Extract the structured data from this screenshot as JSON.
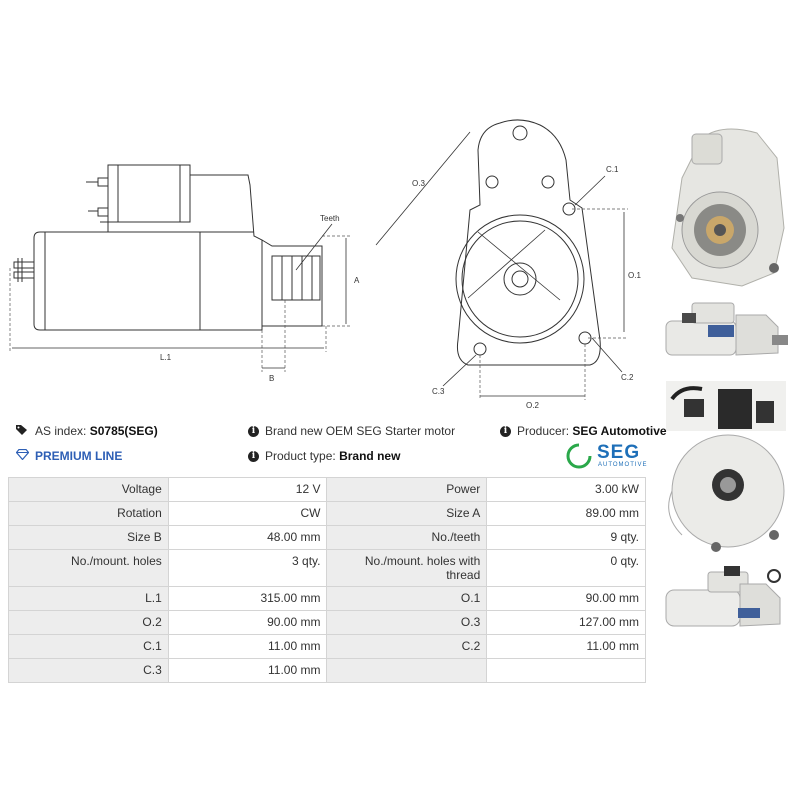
{
  "diagram": {
    "labels": {
      "teeth": "Teeth",
      "a": "A",
      "l1": "L.1",
      "b": "B",
      "o3": "O.3",
      "c1": "C.1",
      "o1": "O.1",
      "c3": "C.3",
      "o2": "O.2",
      "c2": "C.2"
    }
  },
  "info": {
    "as_index_label": "AS index:",
    "as_index_value": "S0785(SEG)",
    "description": "Brand new OEM SEG Starter motor",
    "producer_label": "Producer:",
    "producer_value": "SEG Automotive",
    "premium_line": "PREMIUM LINE",
    "product_type_label": "Product type:",
    "product_type_value": "Brand new",
    "logo_text": "SEG",
    "logo_sub": "AUTOMOTIVE"
  },
  "specs": [
    [
      {
        "label": "Voltage",
        "value": "12 V"
      },
      {
        "label": "Power",
        "value": "3.00 kW"
      }
    ],
    [
      {
        "label": "Rotation",
        "value": "CW"
      },
      {
        "label": "Size A",
        "value": "89.00 mm"
      }
    ],
    [
      {
        "label": "Size B",
        "value": "48.00 mm"
      },
      {
        "label": "No./teeth",
        "value": "9 qty."
      }
    ],
    [
      {
        "label": "No./mount. holes",
        "value": "3 qty."
      },
      {
        "label": "No./mount. holes with thread",
        "value": "0 qty."
      }
    ],
    [
      {
        "label": "L.1",
        "value": "315.00 mm"
      },
      {
        "label": "O.1",
        "value": "90.00 mm"
      }
    ],
    [
      {
        "label": "O.2",
        "value": "90.00 mm"
      },
      {
        "label": "O.3",
        "value": "127.00 mm"
      }
    ],
    [
      {
        "label": "C.1",
        "value": "11.00 mm"
      },
      {
        "label": "C.2",
        "value": "11.00 mm"
      }
    ],
    [
      {
        "label": "C.3",
        "value": "11.00 mm"
      },
      {
        "label": "",
        "value": ""
      }
    ]
  ],
  "colors": {
    "brand_blue": "#2e5fb5",
    "seg_green": "#2aa84a",
    "seg_blue": "#1e6fb8",
    "label_bg": "#ededed"
  },
  "icons": [
    "tag-icon",
    "info-icon",
    "diamond-icon"
  ]
}
